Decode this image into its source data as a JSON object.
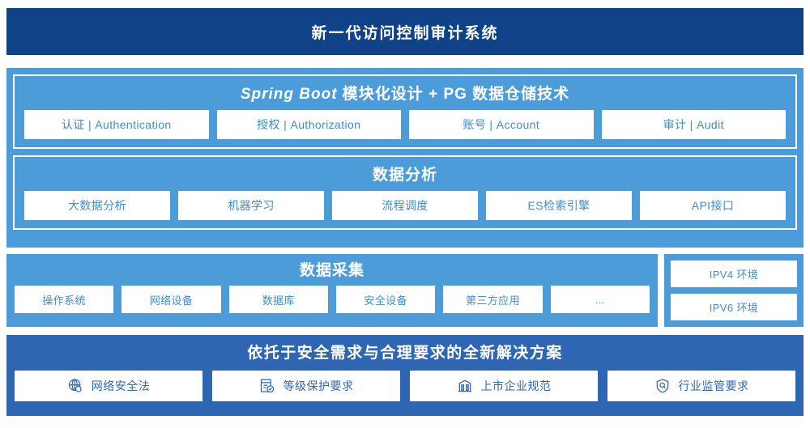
{
  "header": {
    "title": "新一代访问控制审计系统"
  },
  "architecture": {
    "title": "Spring Boot 模块化设计 + PG 数据仓储技术",
    "title_italic_part": "Spring Boot",
    "title_rest": " 模块化设计 + PG 数据仓储技术",
    "modules": [
      {
        "label": "认证 | Authentication"
      },
      {
        "label": "授权 | Authorization"
      },
      {
        "label": "账号 | Account"
      },
      {
        "label": "审计 | Audit"
      }
    ]
  },
  "analysis": {
    "title": "数据分析",
    "modules": [
      {
        "label": "大数据分析"
      },
      {
        "label": "机器学习"
      },
      {
        "label": "流程调度"
      },
      {
        "label": "ES检索引擎"
      },
      {
        "label": "API接口"
      }
    ]
  },
  "collection": {
    "title": "数据采集",
    "sources": [
      {
        "label": "操作系统"
      },
      {
        "label": "网络设备"
      },
      {
        "label": "数据库"
      },
      {
        "label": "安全设备"
      },
      {
        "label": "第三方应用"
      },
      {
        "label": "…"
      }
    ]
  },
  "environment": {
    "items": [
      {
        "label": "IPV4 环境"
      },
      {
        "label": "IPV6 环境"
      }
    ]
  },
  "compliance": {
    "title": "依托于安全需求与合理要求的全新解决方案",
    "items": [
      {
        "label": "网络安全法",
        "icon": "globe-icon"
      },
      {
        "label": "等级保护要求",
        "icon": "document-check-icon"
      },
      {
        "label": "上市企业规范",
        "icon": "building-icon"
      },
      {
        "label": "行业监管要求",
        "icon": "shield-search-icon"
      }
    ]
  },
  "colors": {
    "header_navy": "#0f4287",
    "panel_blue": "#4b9cd9",
    "bottom_blue": "#2f66b3",
    "chip_text": "#3c8dcd",
    "white": "#ffffff"
  }
}
